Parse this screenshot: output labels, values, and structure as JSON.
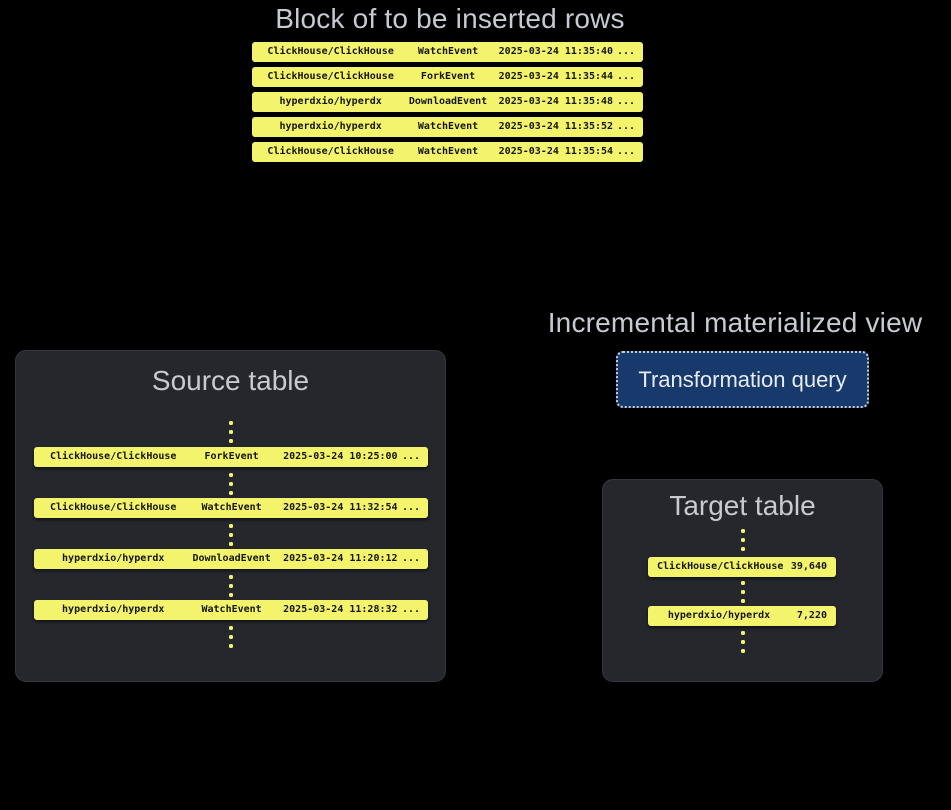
{
  "colors": {
    "background": "#000000",
    "row_yellow": "#f4f36c",
    "panel_background": "#25272d",
    "button_navy": "#17396b",
    "title_gray": "#c7cad0"
  },
  "insert_block": {
    "title": "Block of to be inserted rows",
    "rows": [
      {
        "repo": "ClickHouse/ClickHouse",
        "event": "WatchEvent",
        "timestamp": "2025-03-24 11:35:40",
        "more": "..."
      },
      {
        "repo": "ClickHouse/ClickHouse",
        "event": "ForkEvent",
        "timestamp": "2025-03-24 11:35:44",
        "more": "..."
      },
      {
        "repo": "hyperdxio/hyperdx",
        "event": "DownloadEvent",
        "timestamp": "2025-03-24 11:35:48",
        "more": "..."
      },
      {
        "repo": "hyperdxio/hyperdx",
        "event": "WatchEvent",
        "timestamp": "2025-03-24 11:35:52",
        "more": "..."
      },
      {
        "repo": "ClickHouse/ClickHouse",
        "event": "WatchEvent",
        "timestamp": "2025-03-24 11:35:54",
        "more": "..."
      }
    ]
  },
  "source_table": {
    "title": "Source table",
    "rows": [
      {
        "repo": "ClickHouse/ClickHouse",
        "event": "ForkEvent",
        "timestamp": "2025-03-24 10:25:00",
        "more": "..."
      },
      {
        "repo": "ClickHouse/ClickHouse",
        "event": "WatchEvent",
        "timestamp": "2025-03-24 11:32:54",
        "more": "..."
      },
      {
        "repo": "hyperdxio/hyperdx",
        "event": "DownloadEvent",
        "timestamp": "2025-03-24 11:20:12",
        "more": "..."
      },
      {
        "repo": "hyperdxio/hyperdx",
        "event": "WatchEvent",
        "timestamp": "2025-03-24 11:28:32",
        "more": "..."
      }
    ]
  },
  "materialized_view": {
    "title": "Incremental materialized view",
    "button_label": "Transformation query"
  },
  "target_table": {
    "title": "Target table",
    "rows": [
      {
        "repo": "ClickHouse/ClickHouse",
        "value": "39,640"
      },
      {
        "repo": "hyperdxio/hyperdx",
        "value": "7,220"
      }
    ]
  }
}
